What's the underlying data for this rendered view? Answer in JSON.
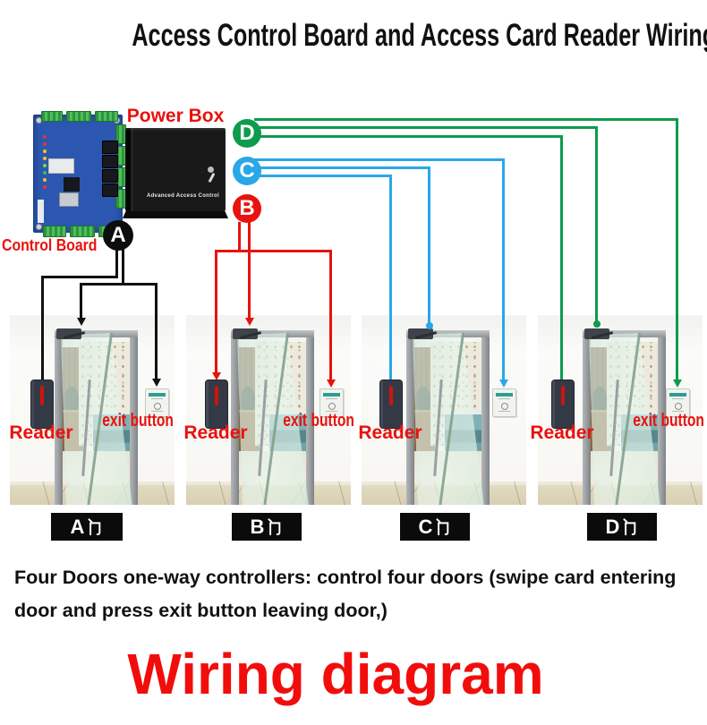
{
  "title": "Access Control Board and Access Card Reader Wiring diagram",
  "control_board": {
    "label": "Control Board"
  },
  "power_box": {
    "label": "Power Box",
    "device_text": "Advanced Access Control"
  },
  "connectors": [
    {
      "letter": "A",
      "color": "#0d0d0d"
    },
    {
      "letter": "B",
      "color": "#e8120e"
    },
    {
      "letter": "C",
      "color": "#29a7e8"
    },
    {
      "letter": "D",
      "color": "#0d9b4d"
    }
  ],
  "doors": [
    {
      "letter": "A",
      "label": "A门",
      "reader_label": "Reader",
      "exit_label": "exit button"
    },
    {
      "letter": "B",
      "label": "B门",
      "reader_label": "Reader",
      "exit_label": "exit button"
    },
    {
      "letter": "C",
      "label": "C门",
      "reader_label": "Reader"
    },
    {
      "letter": "D",
      "label": "D门",
      "reader_label": "Reader",
      "exit_label": "exit button"
    }
  ],
  "footer": {
    "note_line1": "Four Doors one-way controllers: control four doors (swipe card entering",
    "note_line2": "door and press exit button leaving door,)",
    "heading": "Wiring diagram"
  },
  "colors": {
    "wire_black": "#111111",
    "wire_red": "#e8120e",
    "wire_blue": "#29a7e8",
    "wire_green": "#0d9b4d",
    "label_red": "#e8120e",
    "plate_bg": "#0b0b0b"
  }
}
